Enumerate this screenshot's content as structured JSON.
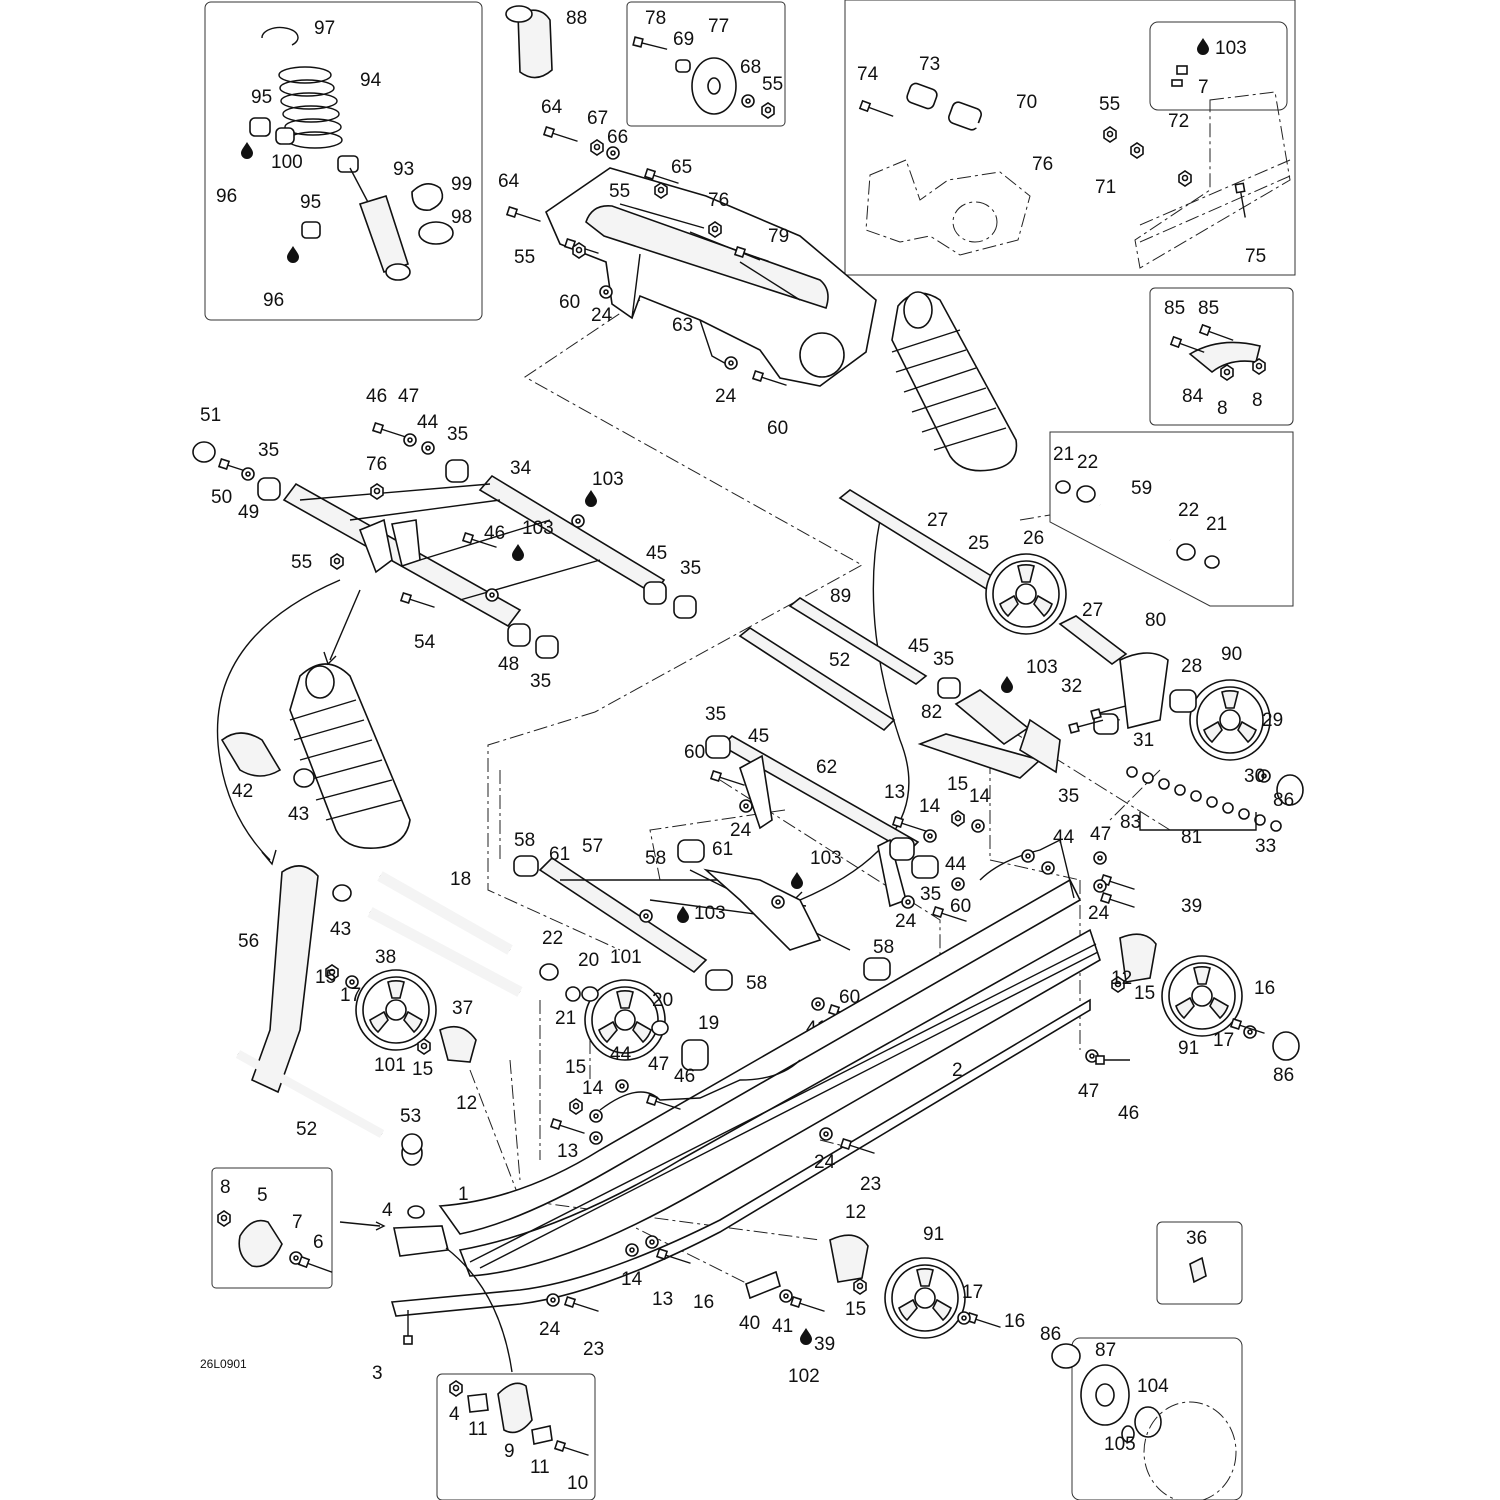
{
  "diagram_code": "26L0901",
  "labels": {
    "l1": "1",
    "l2": "2",
    "l3": "3",
    "l4a": "4",
    "l4b": "4",
    "l5": "5",
    "l6": "6",
    "l7a": "7",
    "l7b": "7",
    "l8a": "8",
    "l8b": "8",
    "l8c": "8",
    "l9": "9",
    "l10": "10",
    "l11a": "11",
    "l11b": "11",
    "l12a": "12",
    "l12b": "12",
    "l12c": "12",
    "l13a": "13",
    "l13b": "13",
    "l13c": "13",
    "l14a": "14",
    "l14b": "14",
    "l14c": "14",
    "l14d": "14",
    "l15a": "15",
    "l15b": "15",
    "l15c": "15",
    "l15d": "15",
    "l15e": "15",
    "l15f": "15",
    "l16a": "16",
    "l16b": "16",
    "l16c": "16",
    "l17a": "17",
    "l17b": "17",
    "l17c": "17",
    "l18": "18",
    "l19": "19",
    "l20a": "20",
    "l20b": "20",
    "l21a": "21",
    "l21b": "21",
    "l21c": "21",
    "l22a": "22",
    "l22b": "22",
    "l22c": "22",
    "l23a": "23",
    "l23b": "23",
    "l24a": "24",
    "l24b": "24",
    "l24c": "24",
    "l24d": "24",
    "l24e": "24",
    "l24f": "24",
    "l24g": "24",
    "l25": "25",
    "l26": "26",
    "l27a": "27",
    "l27b": "27",
    "l28": "28",
    "l29": "29",
    "l30": "30",
    "l31": "31",
    "l32": "32",
    "l33": "33",
    "l34": "34",
    "l35a": "35",
    "l35b": "35",
    "l35c": "35",
    "l35d": "35",
    "l35e": "35",
    "l35f": "35",
    "l35g": "35",
    "l36": "36",
    "l37": "37",
    "l38": "38",
    "l39a": "39",
    "l39b": "39",
    "l40": "40",
    "l41a": "41",
    "l41b": "41",
    "l42": "42",
    "l43a": "43",
    "l43b": "43",
    "l44a": "44",
    "l44b": "44",
    "l44c": "44",
    "l44d": "44",
    "l45a": "45",
    "l45b": "45",
    "l45c": "45",
    "l46a": "46",
    "l46b": "46",
    "l46c": "46",
    "l46d": "46",
    "l47a": "47",
    "l47b": "47",
    "l47c": "47",
    "l47d": "47",
    "l48": "48",
    "l49": "49",
    "l50": "50",
    "l51": "51",
    "l52a": "52",
    "l52b": "52",
    "l53": "53",
    "l54": "54",
    "l55a": "55",
    "l55b": "55",
    "l55c": "55",
    "l55d": "55",
    "l55e": "55",
    "l56": "56",
    "l57": "57",
    "l58a": "58",
    "l58b": "58",
    "l58c": "58",
    "l58d": "58",
    "l59": "59",
    "l60a": "60",
    "l60b": "60",
    "l60c": "60",
    "l60d": "60",
    "l60e": "60",
    "l61a": "61",
    "l61b": "61",
    "l62": "62",
    "l63": "63",
    "l64a": "64",
    "l64b": "64",
    "l65": "65",
    "l66": "66",
    "l67": "67",
    "l68": "68",
    "l69": "69",
    "l70": "70",
    "l71": "71",
    "l72": "72",
    "l73": "73",
    "l74": "74",
    "l75": "75",
    "l76a": "76",
    "l76b": "76",
    "l76c": "76",
    "l77": "77",
    "l78": "78",
    "l79": "79",
    "l80": "80",
    "l81": "81",
    "l82": "82",
    "l83": "83",
    "l84": "84",
    "l85a": "85",
    "l85b": "85",
    "l86a": "86",
    "l86b": "86",
    "l86c": "86",
    "l87": "87",
    "l88": "88",
    "l89": "89",
    "l90": "90",
    "l91a": "91",
    "l91b": "91",
    "l93": "93",
    "l94": "94",
    "l95a": "95",
    "l95b": "95",
    "l96a": "96",
    "l96b": "96",
    "l97": "97",
    "l98": "98",
    "l99": "99",
    "l100": "100",
    "l101a": "101",
    "l101b": "101",
    "l102": "102",
    "l103a": "103",
    "l103b": "103",
    "l103c": "103",
    "l103d": "103",
    "l103e": "103",
    "l103f": "103",
    "l104": "104",
    "l105": "105"
  },
  "icons": {
    "lubricant": "oil-drop-icon"
  }
}
